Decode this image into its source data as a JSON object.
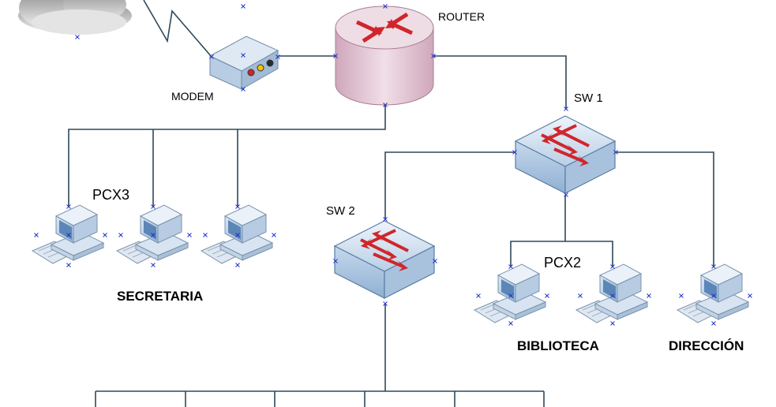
{
  "labels": {
    "router": "ROUTER",
    "modem": "MODEM",
    "sw1": "SW 1",
    "sw2": "SW 2",
    "pcx3": "PCX3",
    "pcx2": "PCX2",
    "secretaria": "SECRETARIA",
    "biblioteca": "BIBLIOTECA",
    "direccion": "DIRECCIÓN"
  },
  "colors": {
    "link": "#2f4858",
    "device_blue": "#c9dbee",
    "router_pink": "#e6c7d6",
    "arrow_red": "#d0262b",
    "anchor_marks": "#2233cc"
  },
  "icons": [
    "cloud-icon",
    "modem-icon",
    "router-icon",
    "switch-icon",
    "computer-icon"
  ]
}
